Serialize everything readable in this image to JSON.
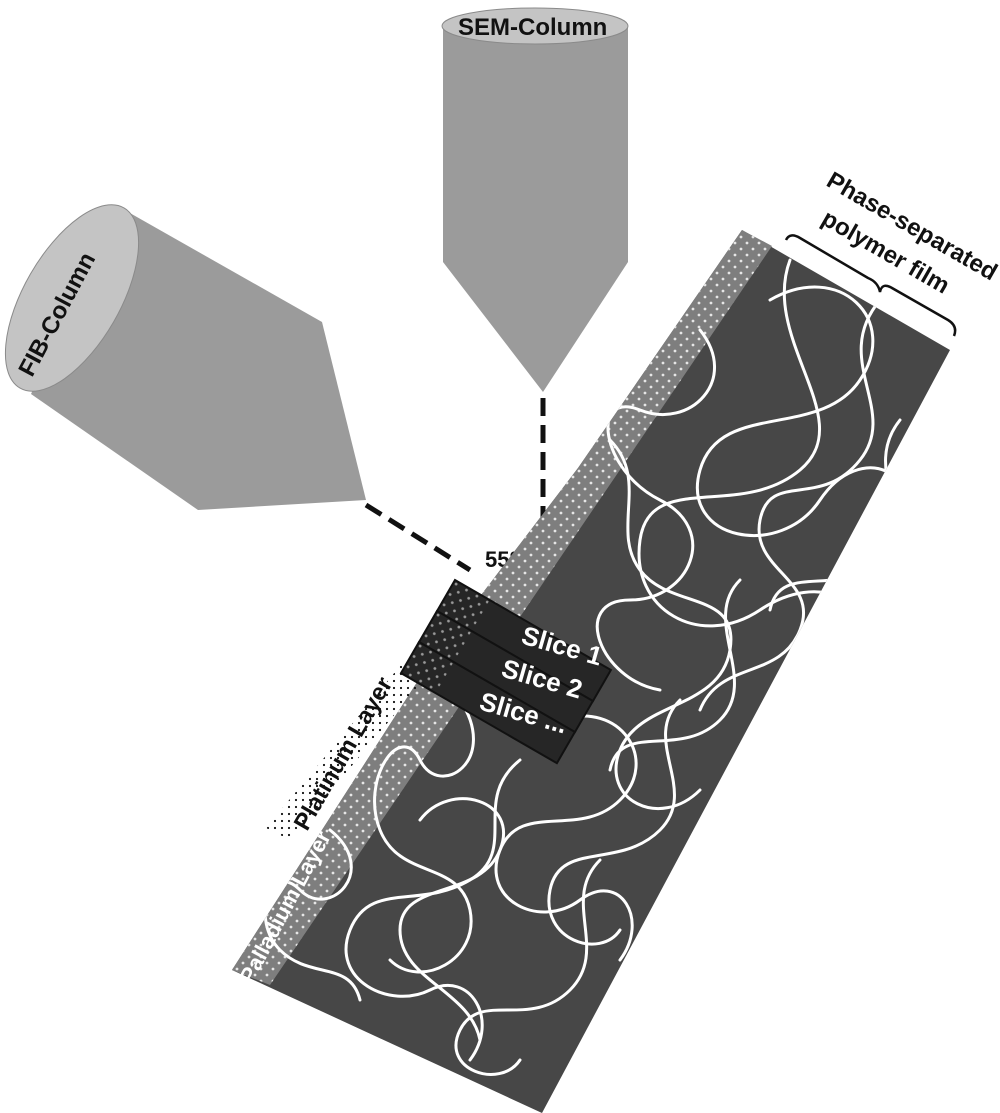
{
  "labels": {
    "sem_column": "SEM-Column",
    "fib_column": "FIB-Column",
    "film_line1": "Phase-separated",
    "film_line2": "polymer film",
    "angle": "55°",
    "slice1": "Slice 1",
    "slice2": "Slice 2",
    "slice3": "Slice ...",
    "platinum": "Platinum Layer",
    "palladium": "Palladium Layer"
  },
  "colors": {
    "column_body": "#9b9b9b",
    "column_face": "#c4c4c4",
    "column_edge": "#7a7a7a",
    "film": "#474747",
    "palladium_layer": "#7e7e7e",
    "fibers": "#ffffff",
    "slice_box": "#262626",
    "text_dark": "#111111"
  }
}
